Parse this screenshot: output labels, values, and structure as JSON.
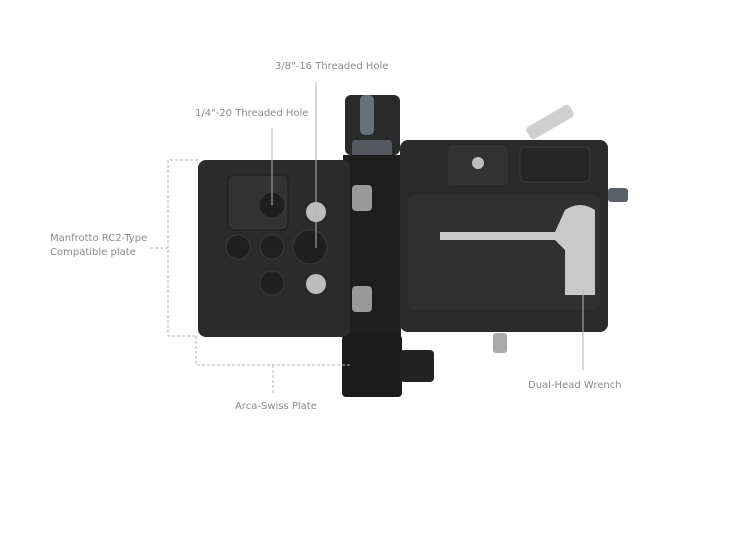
{
  "callouts": {
    "hole_38": "3/8\"-16 Threaded Hole",
    "hole_14": "1/4\"-20 Threaded Hole",
    "manfrotto_line1": "Manfrotto RC2-Type",
    "manfrotto_line2": "Compatible plate",
    "arca": "Arca-Swiss Plate",
    "wrench": "Dual-Head Wrench"
  },
  "colors": {
    "body": "#262626",
    "label": "#8a8a8a",
    "leader": "#b5b5b5",
    "wrench": "#c9c9c9"
  }
}
